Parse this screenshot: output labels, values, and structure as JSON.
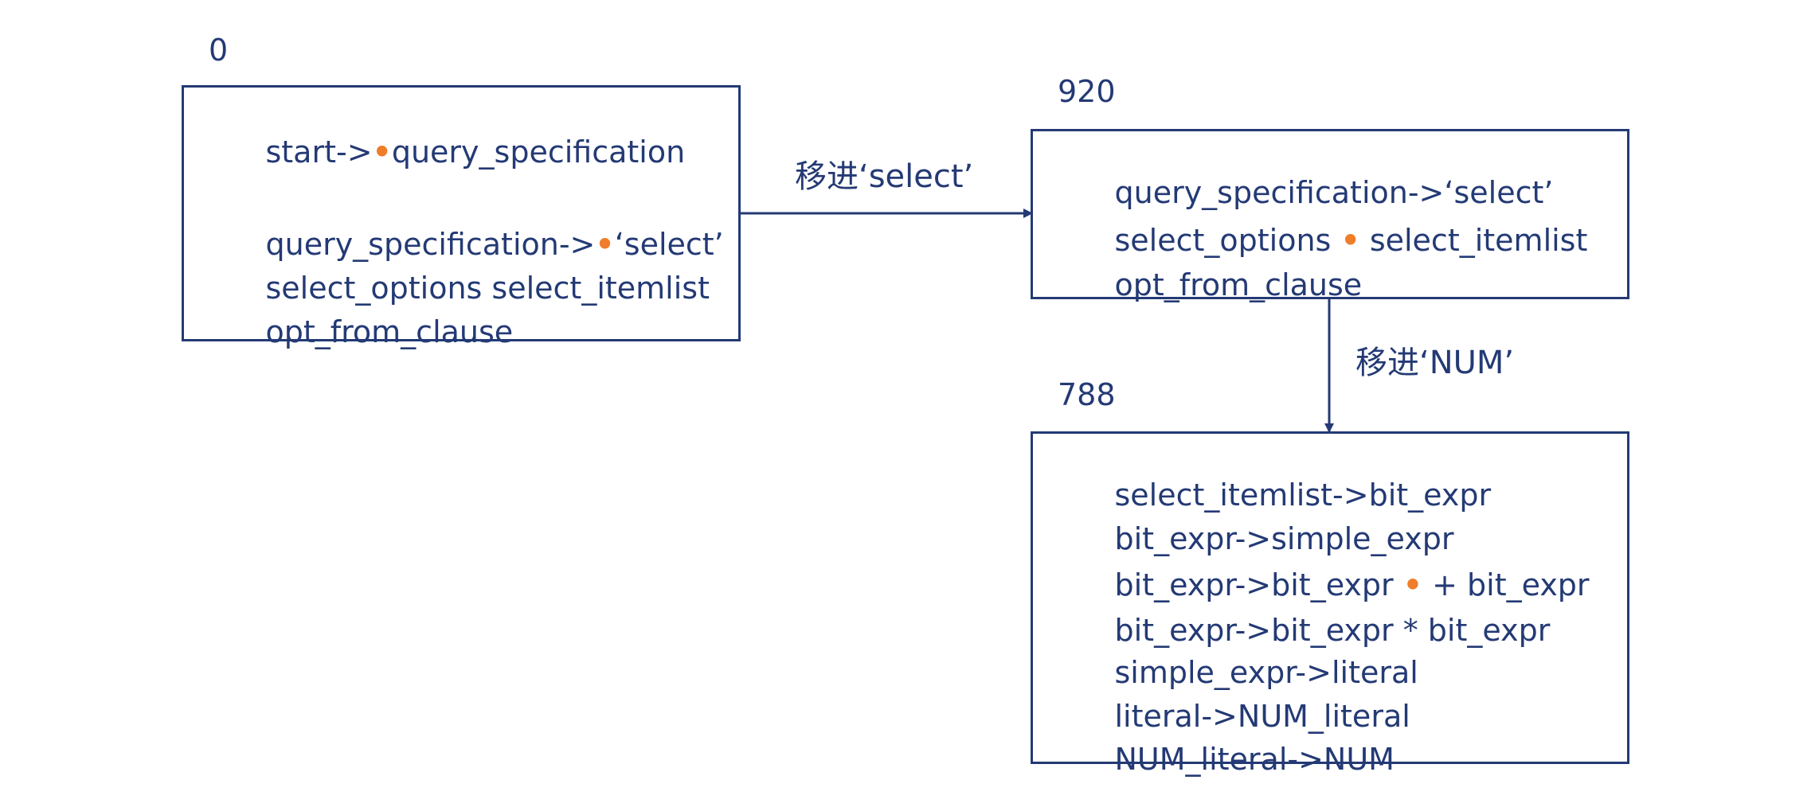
{
  "colors": {
    "ink": "#243a75",
    "item_dot": "#f07d2a",
    "background": "#ffffff"
  },
  "states": [
    {
      "id": "0",
      "items": [
        [
          "start->",
          "•",
          "query_specification"
        ],
        [
          "query_specification->",
          "•",
          "‘select’"
        ],
        [
          "select_options select_itemlist"
        ],
        [
          "opt_from_clause"
        ]
      ]
    },
    {
      "id": "920",
      "items": [
        [
          "query_specification->‘select’"
        ],
        [
          "select_options ",
          "•",
          " select_itemlist"
        ],
        [
          "opt_from_clause"
        ]
      ]
    },
    {
      "id": "788",
      "items": [
        [
          "select_itemlist->bit_expr"
        ],
        [
          "bit_expr->simple_expr"
        ],
        [
          "bit_expr->bit_expr ",
          "•",
          " + bit_expr"
        ],
        [
          "bit_expr->bit_expr * bit_expr"
        ],
        [
          "simple_expr->literal"
        ],
        [
          "literal->NUM_literal"
        ],
        [
          "NUM_literal->NUM"
        ]
      ]
    }
  ],
  "transitions": [
    {
      "from": "0",
      "to": "920",
      "label": "移进‘select’"
    },
    {
      "from": "920",
      "to": "788",
      "label": "移进‘NUM’"
    }
  ]
}
